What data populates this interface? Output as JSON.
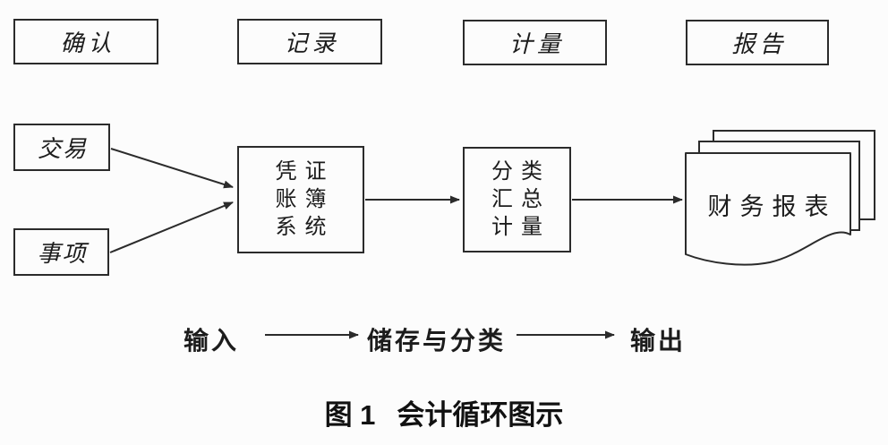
{
  "diagram": {
    "stages": [
      {
        "label": "确认"
      },
      {
        "label": "记录"
      },
      {
        "label": "计量"
      },
      {
        "label": "报告"
      }
    ],
    "inputs": [
      {
        "label": "交易"
      },
      {
        "label": "事项"
      }
    ],
    "process_boxes": [
      {
        "lines": [
          "凭证",
          "账簿",
          "系统"
        ]
      },
      {
        "lines": [
          "分类",
          "汇总",
          "计量"
        ]
      }
    ],
    "output_document": {
      "label": "财务报表"
    },
    "bottom_flow": [
      {
        "label": "输入"
      },
      {
        "label": "储存与分类"
      },
      {
        "label": "输出"
      }
    ],
    "caption": {
      "fig_label": "图 1",
      "title": "会计循环图示"
    },
    "colors": {
      "line": "#2b2b2b",
      "background": "#fcfcfc",
      "text": "#1c1c1c"
    }
  }
}
